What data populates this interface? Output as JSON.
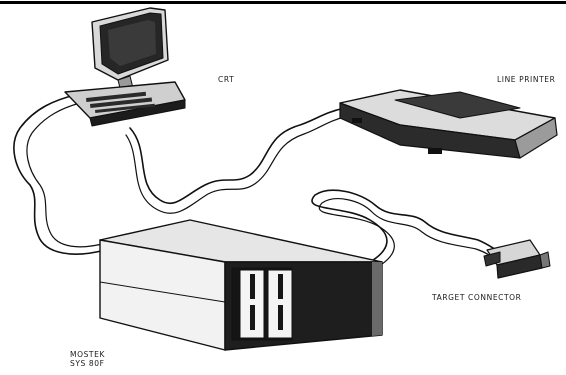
{
  "labels": {
    "crt": "CRT",
    "line_printer": "LINE PRINTER",
    "target_connector": "TARGET CONNECTOR",
    "system_line1": "MOSTEK",
    "system_line2": "SYS 80F"
  }
}
